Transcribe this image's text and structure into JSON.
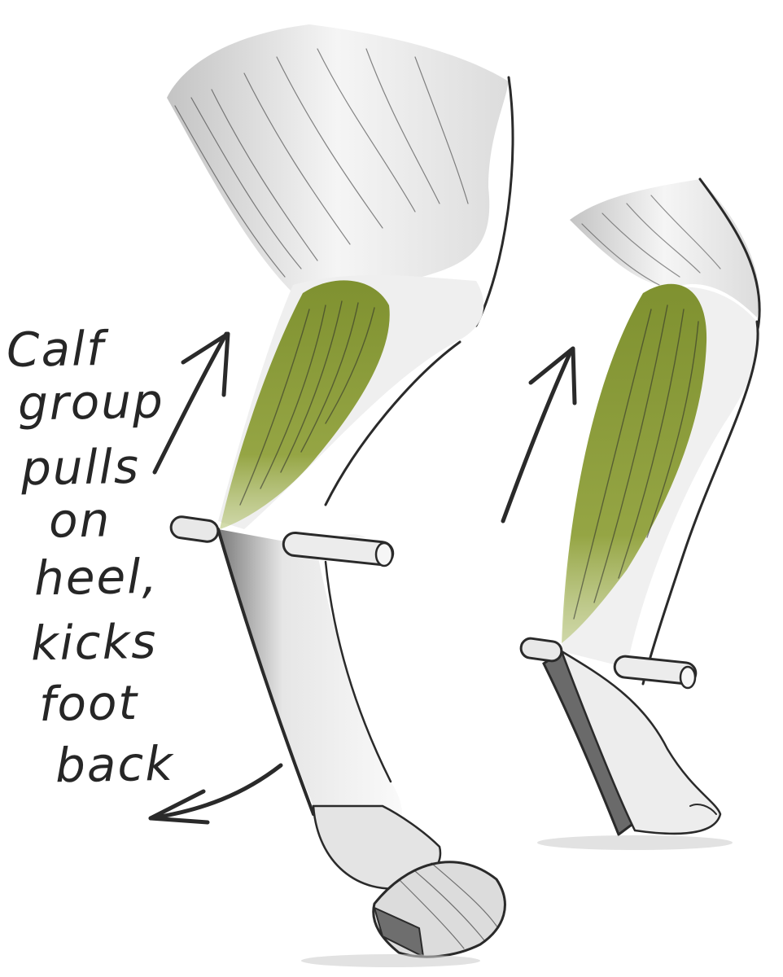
{
  "colors": {
    "muscle": "#8e9e3a",
    "muscle_light": "#a9b85a",
    "pencil": "#2a2a2a",
    "shade": "#9a9a9a",
    "paper": "#ffffff",
    "hoof": "#555555"
  },
  "annotation": {
    "lines": [
      "Calf",
      "group",
      "pulls",
      "on",
      "heel,",
      "kicks",
      "foot",
      "back"
    ]
  }
}
